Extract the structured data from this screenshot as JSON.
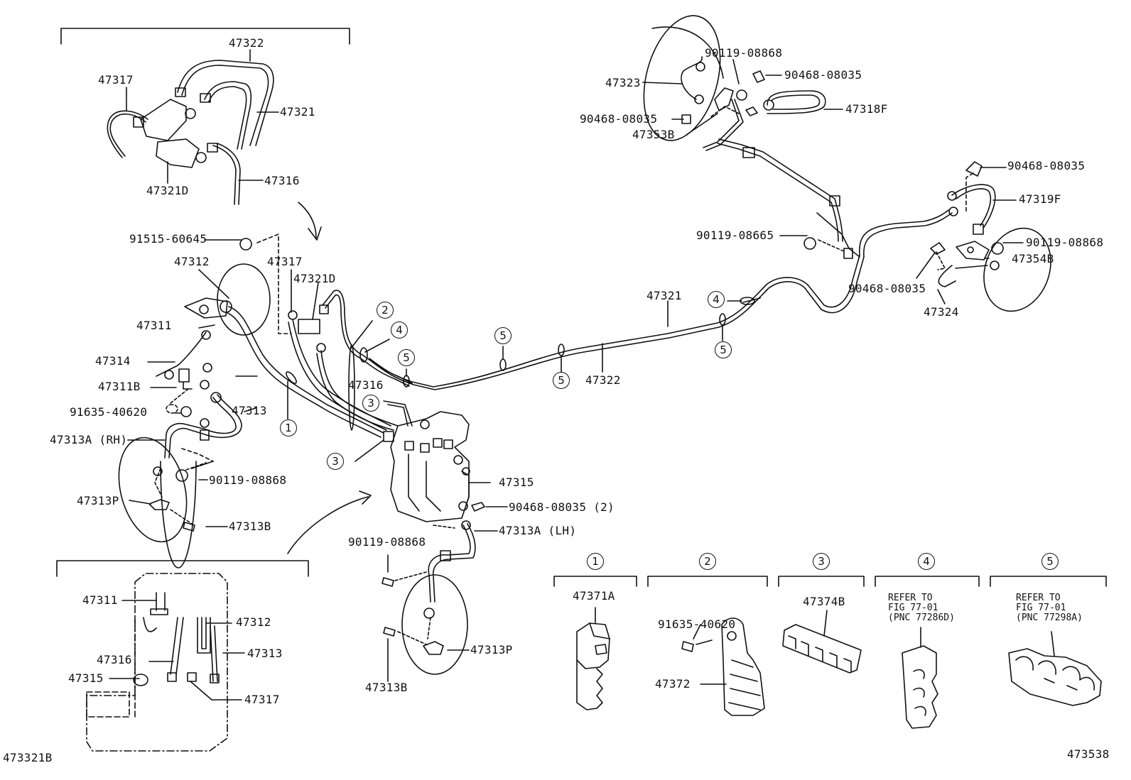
{
  "figure_code_left": "473321B",
  "figure_code_right": "473538",
  "labels": {
    "p47322_top": "47322",
    "p47317_top": "47317",
    "p47321_top": "47321",
    "p47321D_top": "47321D",
    "p47316_top": "47316",
    "p91515": "91515-60645",
    "p47312": "47312",
    "p47317_mid": "47317",
    "p47321D_mid": "47321D",
    "p47311": "47311",
    "p47314": "47314",
    "p47311B": "47311B",
    "p91635": "91635-40620",
    "p47313": "47313",
    "p47313A_RH": "47313A (RH)",
    "p90119_rh": "90119-08868",
    "p47313P_rh": "47313P",
    "p47313B_rh": "47313B",
    "p47316_mid": "47316",
    "p47315": "47315",
    "p90468_2": "90468-08035 (2)",
    "p47313A_LH": "47313A (LH)",
    "p90119_lh": "90119-08868",
    "p47313P_lh": "47313P",
    "p47313B_lh": "47313B",
    "p47321_mid": "47321",
    "p47322_mid": "47322",
    "p47323": "47323",
    "p90119_rf": "90119-08868",
    "p90468_rf1": "90468-08035",
    "p47318F": "47318F",
    "p90468_rf2": "90468-08035",
    "p47353B": "47353B",
    "p90468_lf1": "90468-08035",
    "p47319F": "47319F",
    "p90119_08665": "90119-08665",
    "p90119_lf": "90119-08868",
    "p47354B": "47354B",
    "p90468_lf2": "90468-08035",
    "p47324": "47324",
    "in_47311": "47311",
    "in_47312": "47312",
    "in_47316": "47316",
    "in_47313": "47313",
    "in_47315": "47315",
    "in_47317": "47317"
  },
  "callouts": {
    "c1": "1",
    "c2": "2",
    "c3a": "3",
    "c3b": "3",
    "c4a": "4",
    "c4b": "4",
    "c5a": "5",
    "c5b": "5",
    "c5c": "5",
    "c5d": "5"
  },
  "legend": [
    {
      "num": "1",
      "part": "47371A"
    },
    {
      "num": "2",
      "part": "47372",
      "bolt": "91635-40620"
    },
    {
      "num": "3",
      "part": "47374B"
    },
    {
      "num": "4",
      "ref": "REFER TO\nFIG 77-01\n(PNC 77286D)"
    },
    {
      "num": "5",
      "ref": "REFER TO\nFIG 77-01\n(PNC 77298A)"
    }
  ]
}
